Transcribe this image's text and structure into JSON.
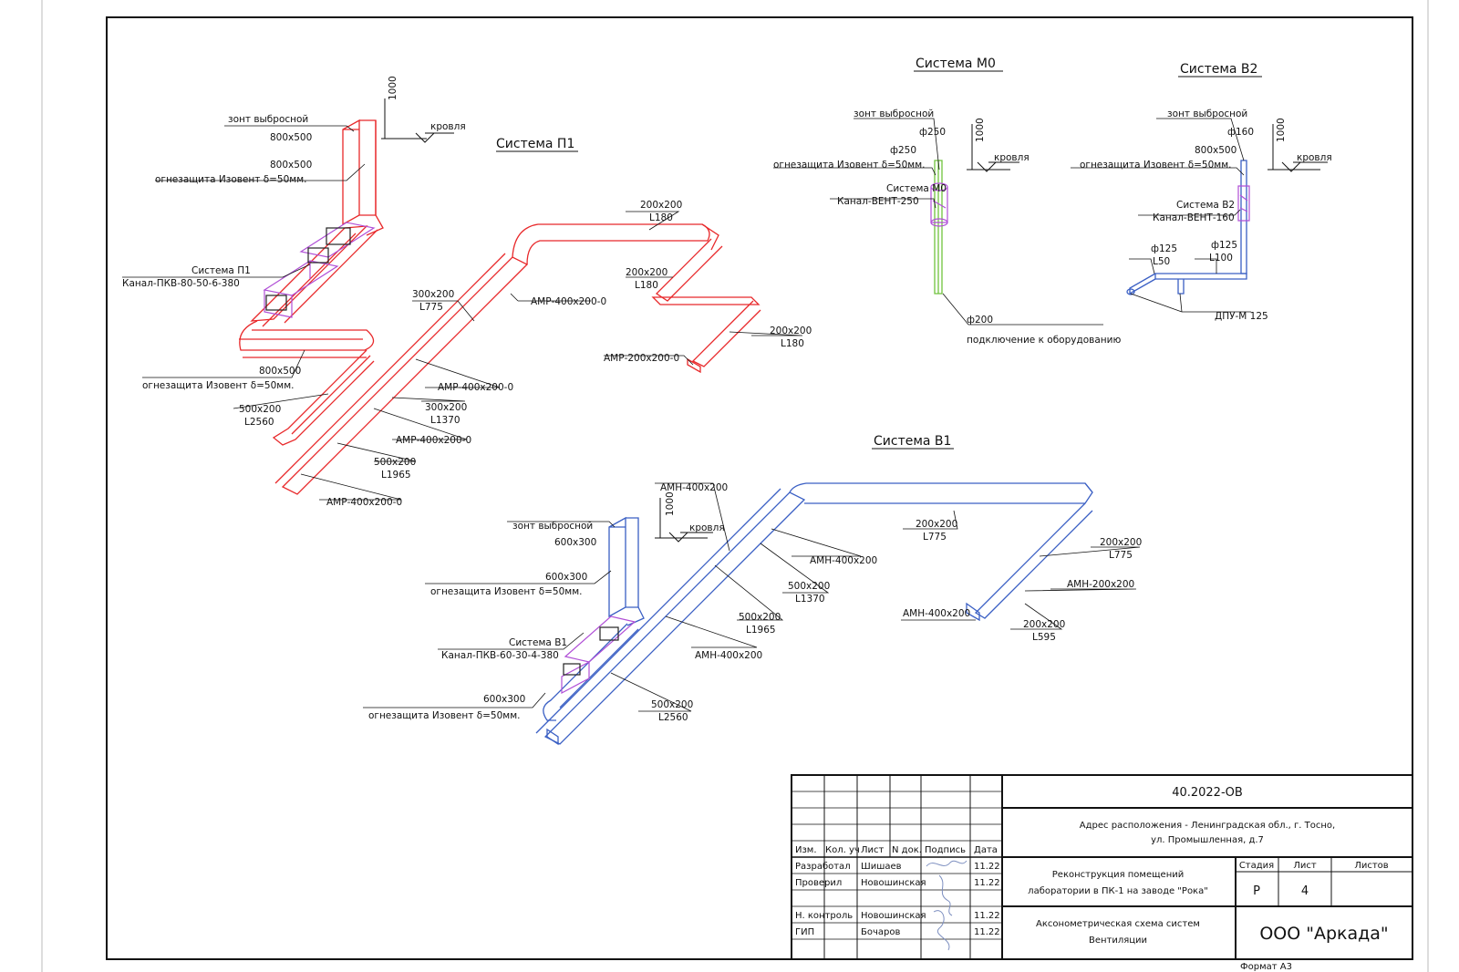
{
  "systems": {
    "p1": {
      "title": "Система П1",
      "labels": [
        "зонт выбросной",
        "800x500",
        "800x500",
        "огнезащита Изовент δ=50мм.",
        "Система П1",
        "Канал-ПКВ-80-50-6-380",
        "800x500",
        "огнезащита Изовент δ=50мм.",
        "500x200",
        "L2560",
        "300x200",
        "L775",
        "АМР-400x200-0",
        "АМР-400x200-0",
        "300x200",
        "L1370",
        "АМР-400x200-0",
        "500x200",
        "L1965",
        "АМР-400x200-0",
        "200x200",
        "L180",
        "200x200",
        "L180",
        "200x200",
        "L180",
        "АМР-200x200-0"
      ]
    },
    "m0": {
      "title": "Система М0",
      "labels": [
        "зонт выбросной",
        "ф250",
        "ф250",
        "огнезащита Изовент δ=50мм.",
        "Система М0",
        "Канал-ВЕНТ-250",
        "ф200",
        "подключение к оборудованию"
      ]
    },
    "v2": {
      "title": "Система В2",
      "labels": [
        "зонт выбросной",
        "ф160",
        "800x500",
        "огнезащита Изовент δ=50мм.",
        "Система В2",
        "Канал-ВЕНТ-160",
        "ф125",
        "L50",
        "ф125",
        "L100",
        "ДПУ-М 125"
      ]
    },
    "v1": {
      "title": "Система В1",
      "labels": [
        "АМН-400x200",
        "зонт выбросной",
        "600x300",
        "600x300",
        "огнезащита Изовент δ=50мм.",
        "Система В1",
        "Канал-ПКВ-60-30-4-380",
        "600x300",
        "огнезащита Изовент δ=50мм.",
        "АМН-400x200",
        "500x200",
        "L1370",
        "500x200",
        "L1965",
        "АМН-400x200",
        "500x200",
        "L2560",
        "200x200",
        "L775",
        "200x200",
        "L775",
        "АМН-200x200",
        "АМН-400x200",
        "200x200",
        "L595"
      ]
    }
  },
  "roof": {
    "dim": "1000",
    "label": "кровля"
  },
  "title_block": {
    "code": "40.2022-ОВ",
    "address_line1": "Адрес расположения - Ленинградская обл., г. Тосно,",
    "address_line2": "ул. Промышленная, д.7",
    "hdr_izm": "Изм.",
    "hdr_kol": "Кол. уч",
    "hdr_list": "Лист",
    "hdr_ndok": "N док.",
    "hdr_podp": "Подпись",
    "hdr_data": "Дата",
    "rows": [
      {
        "role": "Разработал",
        "name": "Шишаев",
        "date": "11.22"
      },
      {
        "role": "Проверил",
        "name": "Новошинская",
        "date": "11.22"
      },
      {
        "role": "",
        "name": "",
        "date": ""
      },
      {
        "role": "Н. контроль",
        "name": "Новошинская",
        "date": "11.22"
      },
      {
        "role": "ГИП",
        "name": "Бочаров",
        "date": "11.22"
      }
    ],
    "project_line1": "Реконструкция помещений",
    "project_line2": "лаборатории в ПК-1 на заводе \"Рока\"",
    "stage_hdr": "Стадия",
    "sheet_hdr": "Лист",
    "sheets_hdr": "Листов",
    "stage": "Р",
    "sheet": "4",
    "sheets": "",
    "drawing_line1": "Аксонометрическая схема систем",
    "drawing_line2": "Вентиляции",
    "company": "ООО \"Аркада\"",
    "format": "Формат А3"
  },
  "colors": {
    "p1": "#e8282a",
    "m0": "#6fc23c",
    "v2": "#3a5fc4",
    "v1": "#3a5fc4",
    "unit": "#b04fd6"
  }
}
